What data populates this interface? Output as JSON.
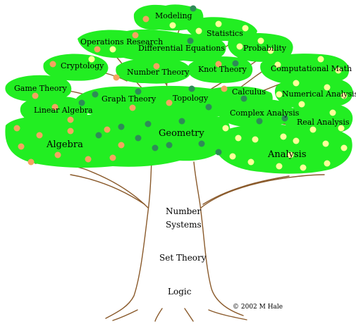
{
  "colors": {
    "foliage": "#22ee22",
    "branch": "#8a5a2b",
    "fruit_orange": "#f4a460",
    "fruit_teal": "#2e8b57",
    "fruit_yellow": "#ffff99"
  },
  "branches": {
    "modeling": "Modeling",
    "statistics": "Statistics",
    "operations_research": "Operations Research",
    "differential_equations": "Differential Equations",
    "probability": "Probability",
    "cryptology": "Cryptology",
    "number_theory": "Number Theory",
    "knot_theory": "Knot Theory",
    "computational_math": "Computational Math",
    "game_theory": "Game Theory",
    "calculus": "Calculus",
    "numerical_analysis": "Numerical Analysis",
    "graph_theory": "Graph Theory",
    "topology": "Topology",
    "linear_algebra": "Linear Algebra",
    "complex_analysis": "Complex Analysis",
    "real_analysis": "Real Analysis",
    "geometry": "Geometry",
    "algebra": "Algebra",
    "analysis": "Analysis"
  },
  "trunk": {
    "number": "Number",
    "systems": "Systems",
    "set_theory": "Set Theory",
    "logic": "Logic"
  },
  "copyright": "© 2002 M Hale"
}
